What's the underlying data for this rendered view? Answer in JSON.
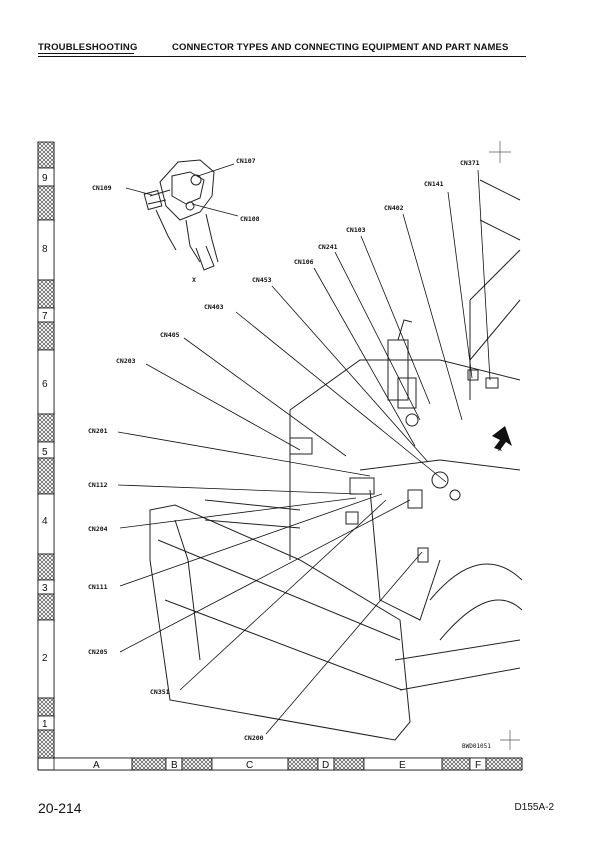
{
  "header": {
    "section": "TROUBLESHOOTING",
    "title": "CONNECTOR TYPES AND CONNECTING EQUIPMENT AND PART NAMES"
  },
  "figure": {
    "row_labels": [
      "9",
      "8",
      "7",
      "6",
      "5",
      "4",
      "3",
      "2",
      "1"
    ],
    "col_labels": [
      "A",
      "B",
      "C",
      "D",
      "E",
      "F"
    ],
    "view_mark": "X",
    "inset_mark": "X",
    "drawing_code": "BWD01051",
    "callouts": {
      "cn107": "CN107",
      "cn109": "CN109",
      "cn108": "CN108",
      "cn371": "CN371",
      "cn141": "CN141",
      "cn402": "CN402",
      "cn103": "CN103",
      "cn241": "CN241",
      "cn106": "CN106",
      "cn453": "CN453",
      "cn403": "CN403",
      "cn405": "CN405",
      "cn203": "CN203",
      "cn201": "CN201",
      "cn112": "CN112",
      "cn204": "CN204",
      "cn111": "CN111",
      "cn205": "CN205",
      "cn351": "CN351",
      "cn200": "CN200"
    }
  },
  "footer": {
    "page": "20-214",
    "model": "D155A-2"
  }
}
